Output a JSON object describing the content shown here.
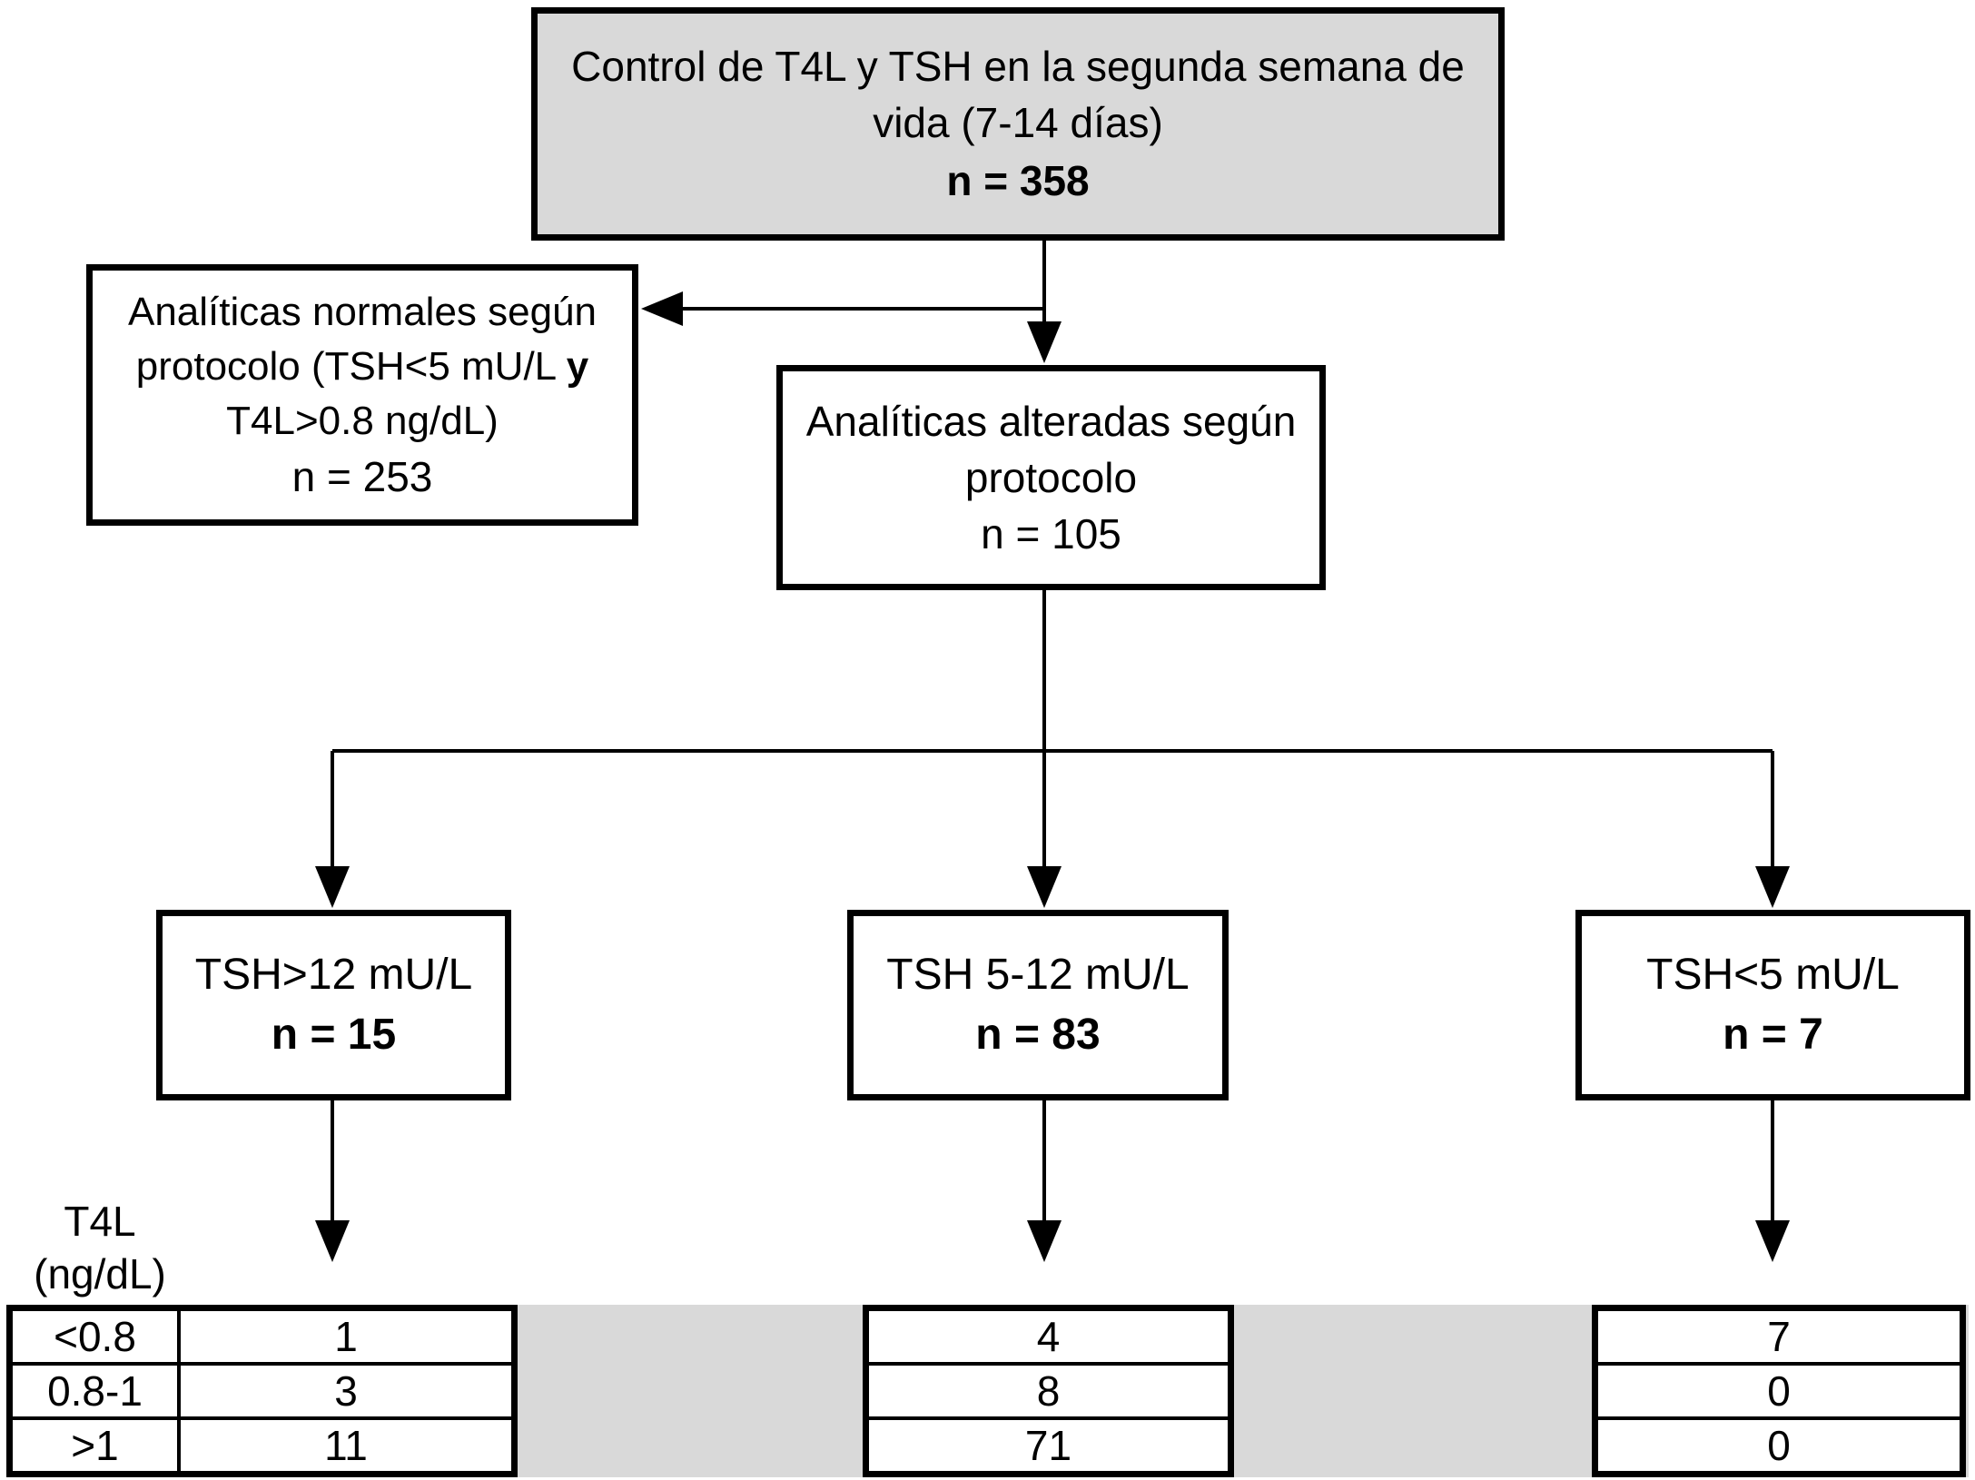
{
  "flowchart": {
    "top_box": {
      "line1": "Control de T4L y TSH en la segunda semana de",
      "line2": "vida (7-14 días)",
      "n_label": "n = 358"
    },
    "normal_box": {
      "line1": "Analíticas normales según",
      "line2_pre": "protocolo (TSH<5 mU/L ",
      "line2_bold": "y",
      "line3": "T4L>0.8 ng/dL)",
      "n_label": "n = 253"
    },
    "altered_box": {
      "line1": "Analíticas alteradas según",
      "line2": "protocolo",
      "n_label": "n = 105"
    },
    "tsh_high_box": {
      "label": "TSH>12 mU/L",
      "n_label": "n = 15"
    },
    "tsh_mid_box": {
      "label": "TSH 5-12 mU/L",
      "n_label": "n = 83"
    },
    "tsh_low_box": {
      "label": "TSH<5 mU/L",
      "n_label": "n = 7"
    },
    "t4l_table": {
      "axis_label_line1": "T4L",
      "axis_label_line2": "(ng/dL)",
      "row_labels": [
        "<0.8",
        "0.8-1",
        ">1"
      ],
      "col_tsh_gt12": [
        "1",
        "3",
        "11"
      ],
      "col_tsh_5_12": [
        "4",
        "8",
        "71"
      ],
      "col_tsh_lt5": [
        "7",
        "0",
        "0"
      ]
    },
    "colors": {
      "gray_fill": "#d9d9d9",
      "line_color": "#000000",
      "box_fill": "#ffffff"
    }
  }
}
